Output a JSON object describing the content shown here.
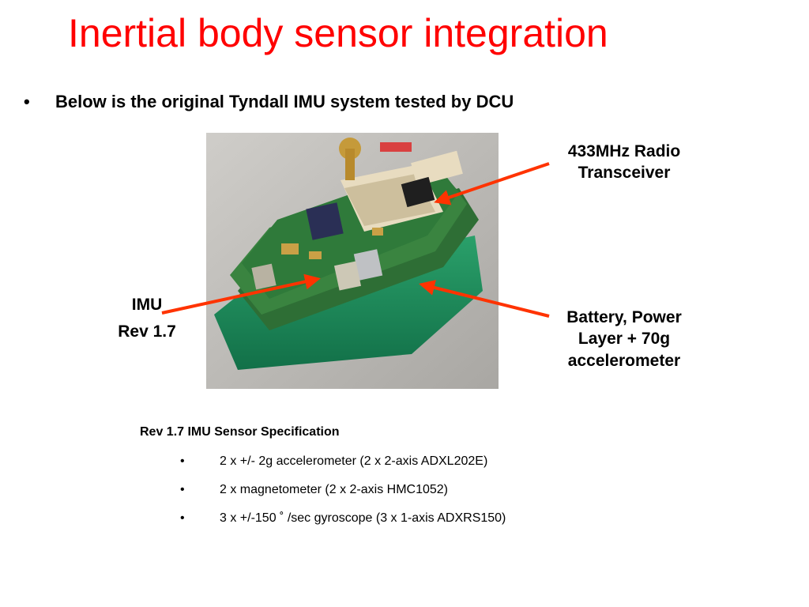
{
  "slide": {
    "title": "Inertial body sensor integration",
    "bullet": {
      "icon": "bullet-dot",
      "text": "Below is the original Tyndall IMU system tested by DCU"
    },
    "labels": {
      "radio_line1": "433MHz Radio",
      "radio_line2": "Transceiver",
      "imu_line1": "IMU",
      "imu_line2": "Rev 1.7",
      "battery_line1": "Battery, Power",
      "battery_line2": "Layer + 70g",
      "battery_line3": "accelerometer"
    },
    "spec": {
      "title": "Rev 1.7 IMU Sensor Specification",
      "items": [
        "2 x +/- 2g accelerometer (2 x 2-axis ADXL202E)",
        "2 x magnetometer (2 x 2-axis HMC1052)",
        "3 x +/-150 ˚ /sec gyroscope (3 x 1-axis ADXRS150)"
      ]
    },
    "colors": {
      "title": "#ff0000",
      "arrow": "#ff3300",
      "pcb": "#2f7a3a",
      "battery": "#1e8a5a"
    }
  }
}
